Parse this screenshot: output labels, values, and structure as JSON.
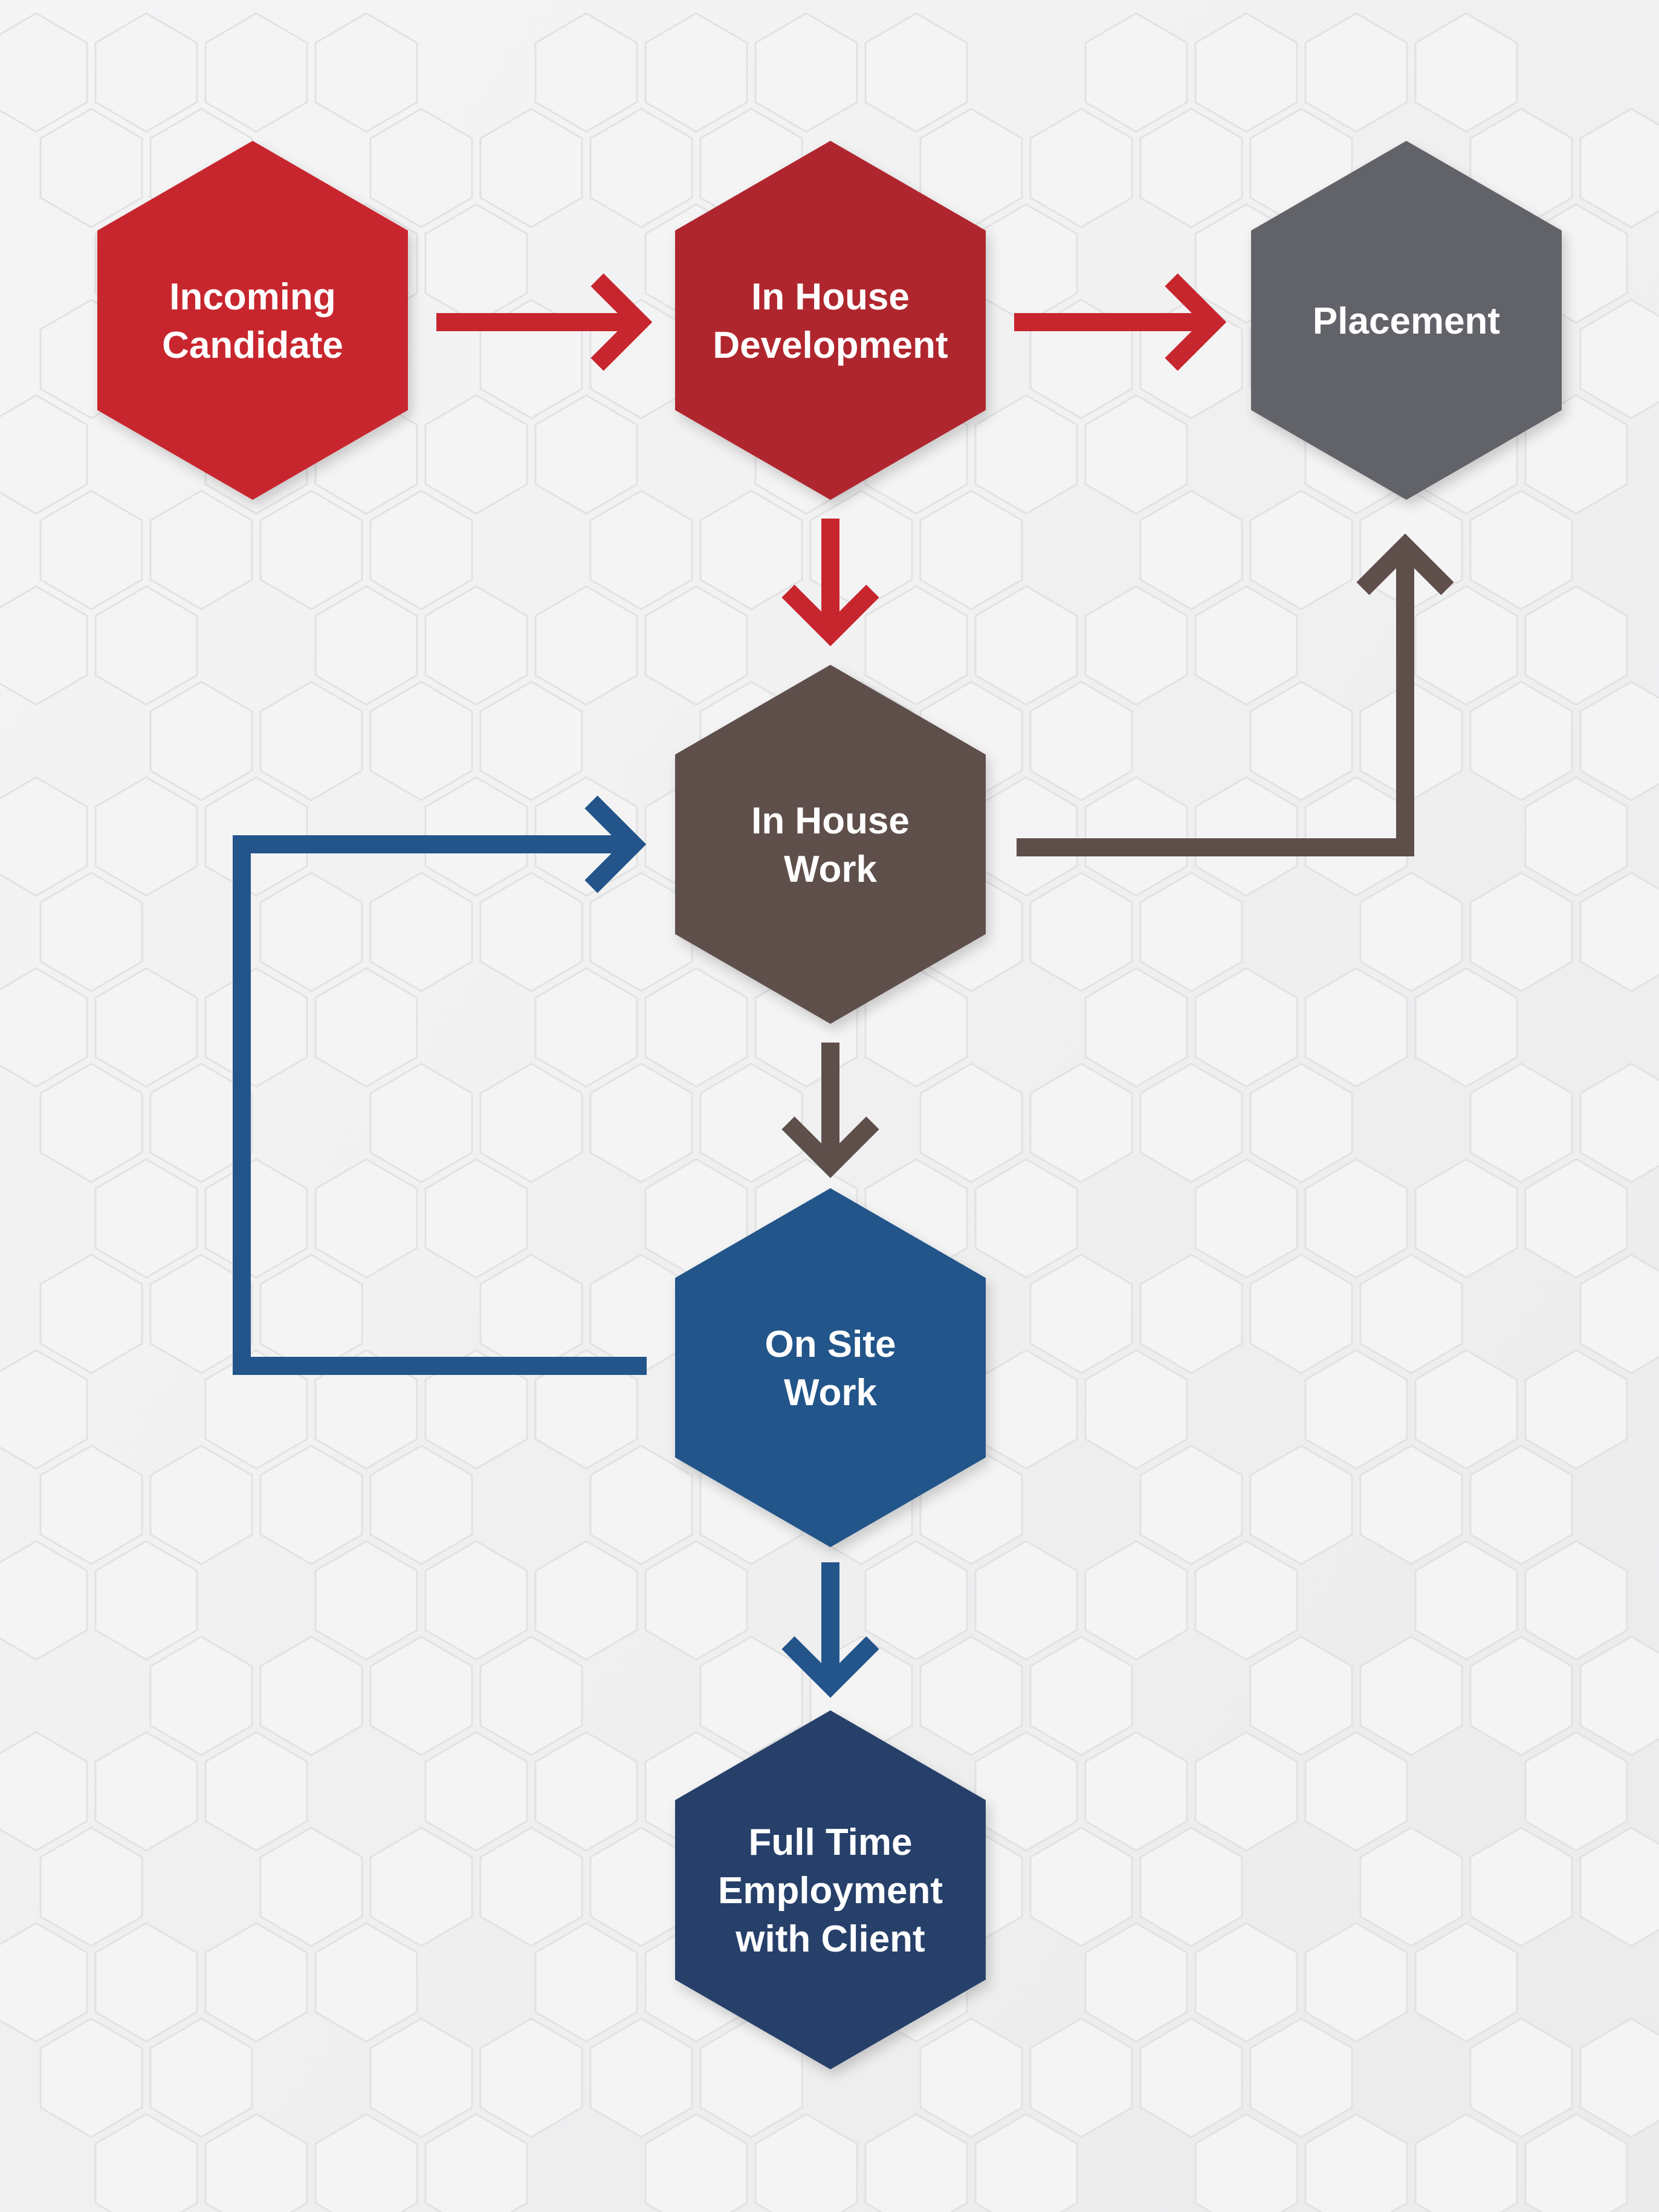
{
  "diagram": {
    "nodes": [
      {
        "id": "incoming",
        "lines": [
          "Incoming",
          "Candidate"
        ],
        "color": "#c8262f"
      },
      {
        "id": "development",
        "lines": [
          "In House",
          "Development"
        ],
        "color": "#b0262f"
      },
      {
        "id": "placement",
        "lines": [
          "Placement"
        ],
        "color": "#626369"
      },
      {
        "id": "inhouse-work",
        "lines": [
          "In House",
          "Work"
        ],
        "color": "#5e4f4b"
      },
      {
        "id": "onsite-work",
        "lines": [
          "On Site",
          "Work"
        ],
        "color": "#23558a"
      },
      {
        "id": "fulltime",
        "lines": [
          "Full Time",
          "Employment",
          "with Client"
        ],
        "color": "#273f6a"
      }
    ],
    "edges": [
      {
        "from": "incoming",
        "to": "development",
        "color": "#c8262f"
      },
      {
        "from": "development",
        "to": "placement",
        "color": "#c8262f"
      },
      {
        "from": "development",
        "to": "inhouse-work",
        "color": "#c8262f"
      },
      {
        "from": "inhouse-work",
        "to": "placement",
        "color": "#5e4f4b"
      },
      {
        "from": "inhouse-work",
        "to": "onsite-work",
        "color": "#5e4f4b"
      },
      {
        "from": "onsite-work",
        "to": "inhouse-work",
        "color": "#23558a"
      },
      {
        "from": "onsite-work",
        "to": "fulltime",
        "color": "#23558a"
      }
    ]
  }
}
